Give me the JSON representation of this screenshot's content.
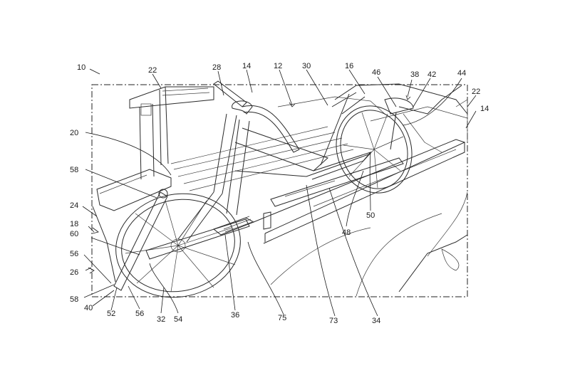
{
  "labels": {
    "l10": "10",
    "l22a": "22",
    "l28": "28",
    "l14a": "14",
    "l12": "12",
    "l30": "30",
    "l16": "16",
    "l46": "46",
    "l38": "38",
    "l42": "42",
    "l44": "44",
    "l22b": "22",
    "l14b": "14",
    "l20": "20",
    "l58a": "58",
    "l24": "24",
    "l18": "18",
    "l60": "60",
    "l56a": "56",
    "l26": "26",
    "l58b": "58",
    "l40": "40",
    "l52": "52",
    "l56b": "56",
    "l32": "32",
    "l54": "54",
    "l36": "36",
    "l75": "75",
    "l73": "73",
    "l34": "34",
    "l48": "48",
    "l50": "50"
  }
}
